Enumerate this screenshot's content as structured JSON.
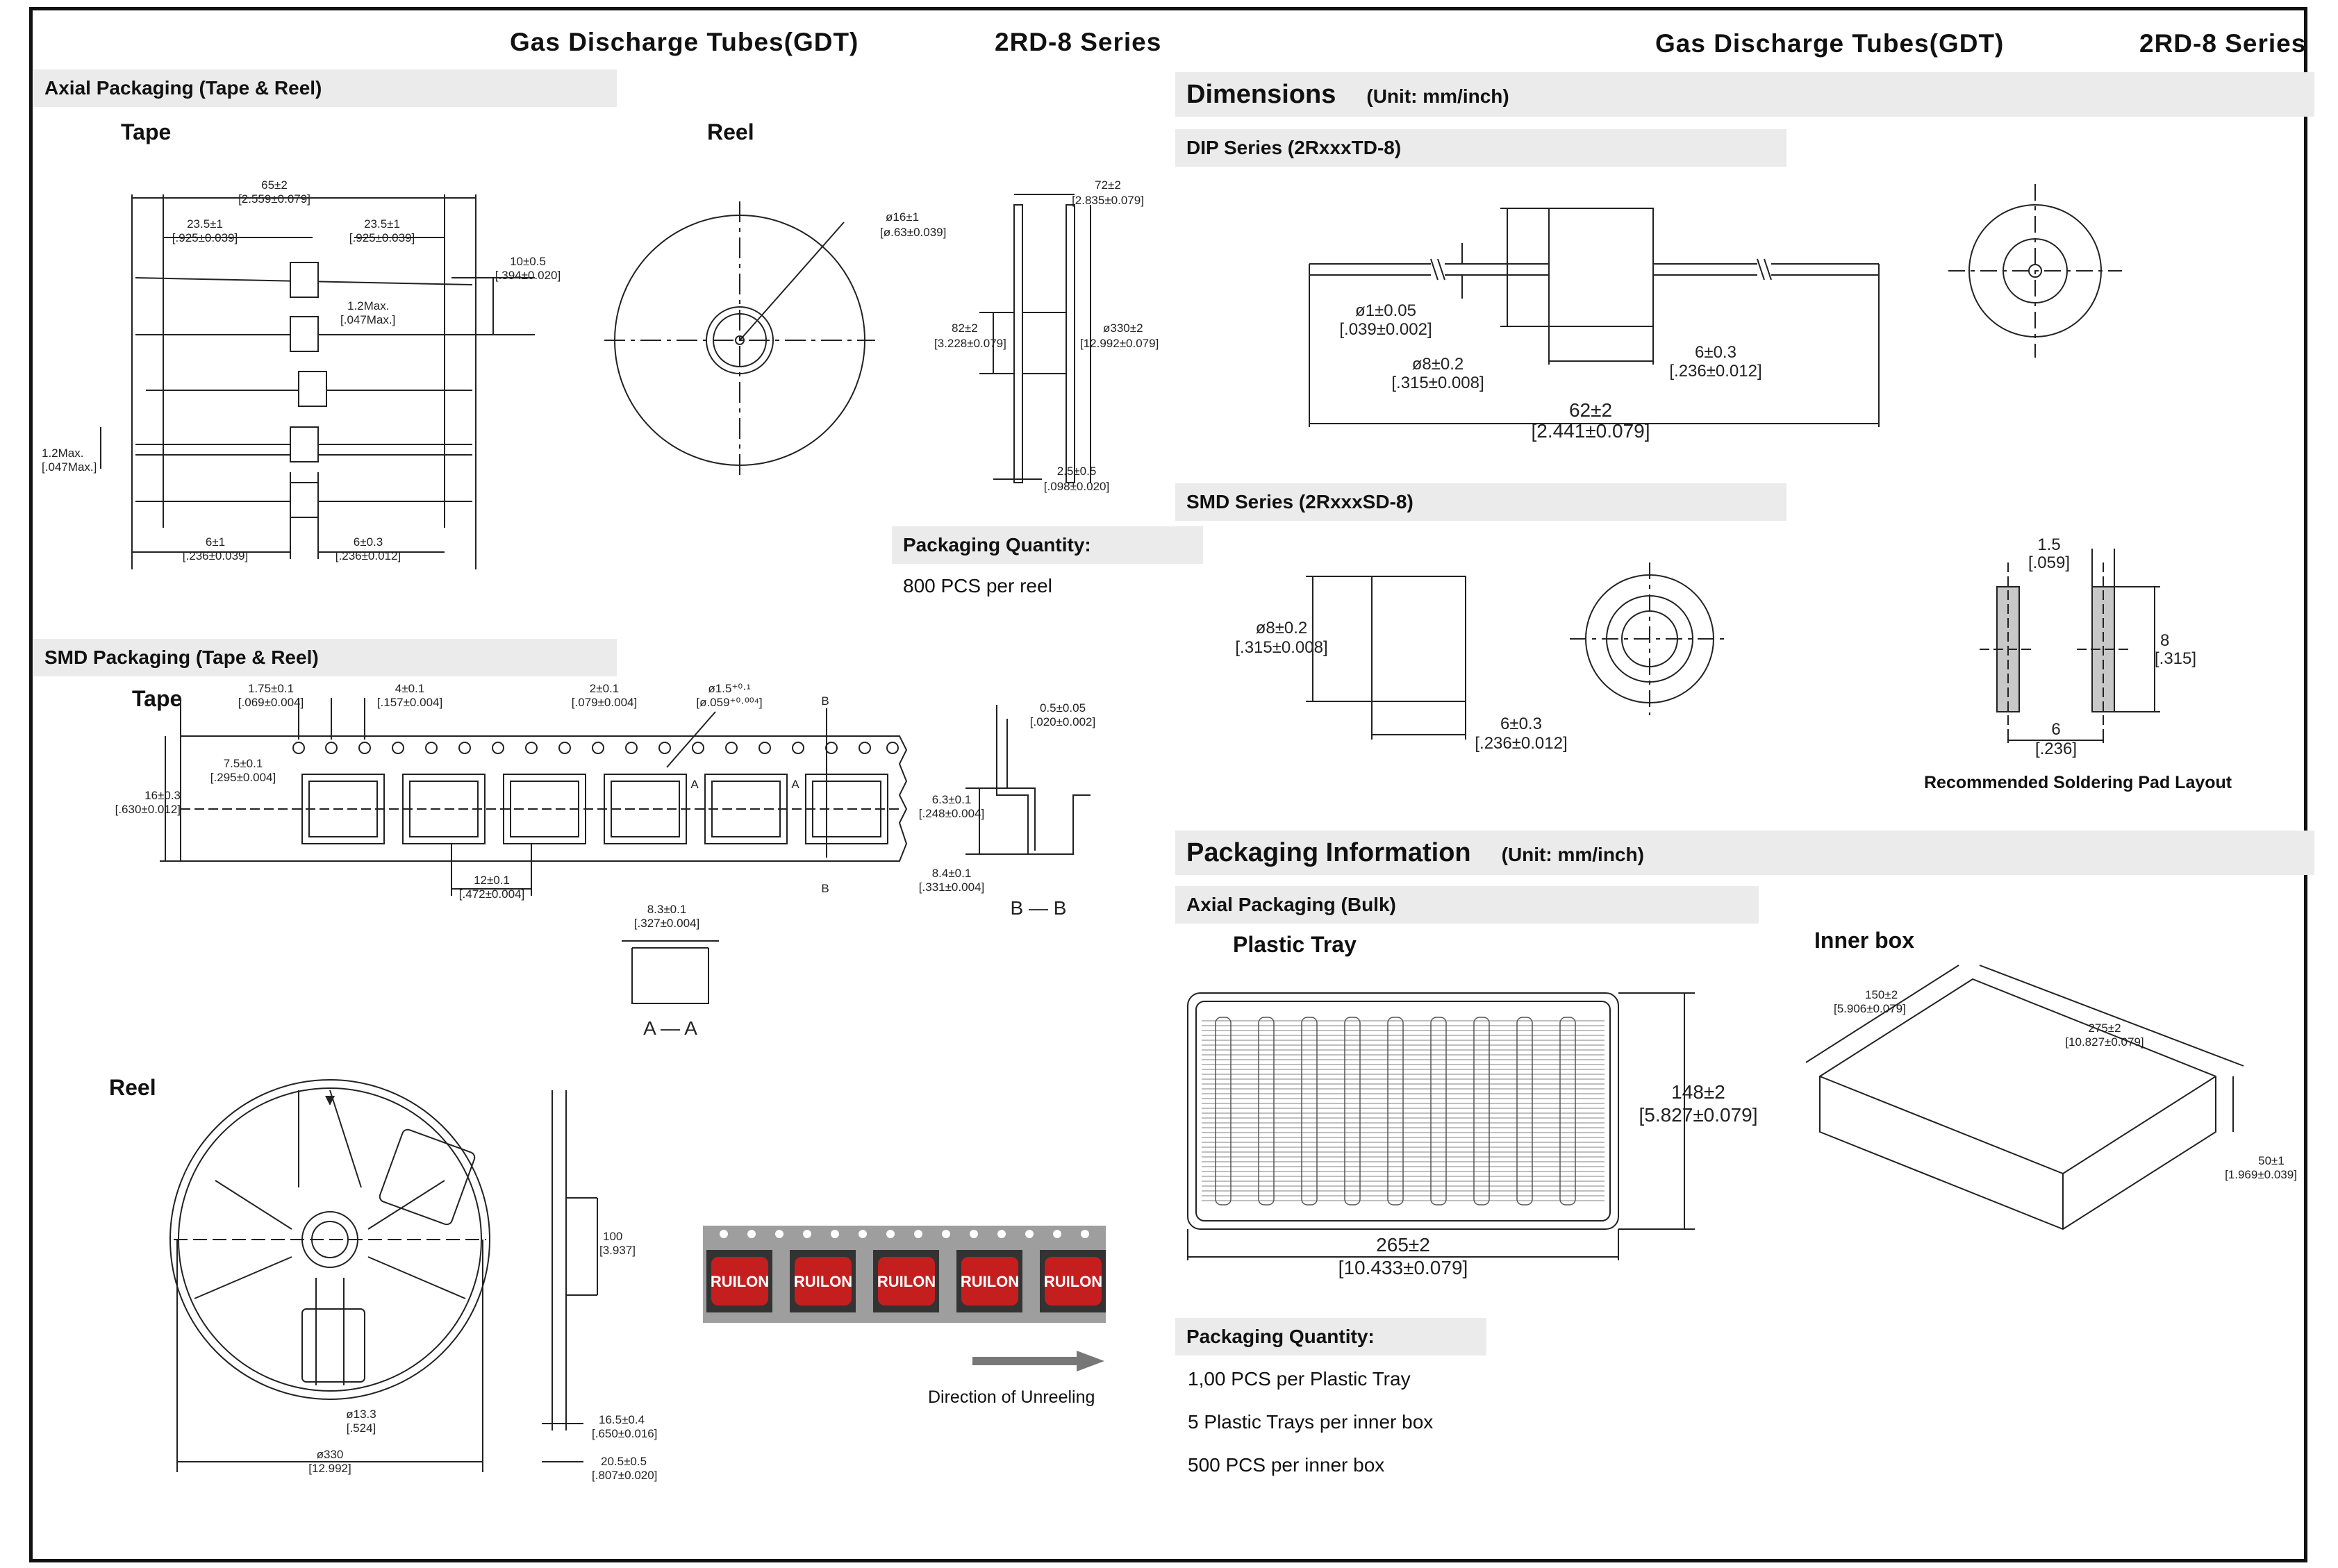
{
  "header": {
    "left_title": "Gas  Discharge  Tubes(GDT)",
    "left_series": "2RD-8  Series",
    "right_title": "Gas  Discharge  Tubes(GDT)",
    "right_series": "2RD-8  Series"
  },
  "left": {
    "axial_band": "Axial Packaging (Tape & Reel)",
    "tape_label": "Tape",
    "reel_label": "Reel",
    "axial_dims": {
      "total": "65±2",
      "total_in": "[2.559±0.079]",
      "left": "23.5±1",
      "left_in": "[.925±0.039]",
      "right": "23.5±1",
      "right_in": "[.925±0.039]",
      "pitch": "10±0.5",
      "pitch_in": "[.394±0.020]",
      "max1": "1.2Max.",
      "max1_in": "[.047Max.]",
      "max2": "1.2Max.",
      "max2_in": "[.047Max.]",
      "gap": "6±1",
      "gap_in": "[.236±0.039]",
      "body": "6±0.3",
      "body_in": "[.236±0.012]"
    },
    "reel_dims": {
      "hole": "ø16±1",
      "hole_in": "[ø.63±0.039]",
      "width": "72±2",
      "width_in": "[2.835±0.079]",
      "hub": "82±2",
      "hub_in": "[3.228±0.079]",
      "dia": "ø330±2",
      "dia_in": "[12.992±0.079]",
      "flange": "2.5±0.5",
      "flange_in": "[.098±0.020]"
    },
    "pack_qty_band": "Packaging Quantity:",
    "pack_qty_text": "800 PCS per reel",
    "smd_band": "SMD Packaging (Tape & Reel)",
    "smd_tape_label": "Tape",
    "smd_dims": {
      "a": "1.75±0.1",
      "a_in": "[.069±0.004]",
      "b": "4±0.1",
      "b_in": "[.157±0.004]",
      "c": "2±0.1",
      "c_in": "[.079±0.004]",
      "d": "ø1.5⁺⁰·¹",
      "d_in": "[ø.059⁺⁰·⁰⁰⁴]",
      "e": "7.5±0.1",
      "e_in": "[.295±0.004]",
      "f": "16±0.3",
      "f_in": "[.630±0.012]",
      "g": "12±0.1",
      "g_in": "[.472±0.004]",
      "h": "0.5±0.05",
      "h_in": "[.020±0.002]",
      "i": "6.3±0.1",
      "i_in": "[.248±0.004]",
      "j": "8.4±0.1",
      "j_in": "[.331±0.004]",
      "k": "8.3±0.1",
      "k_in": "[.327±0.004]",
      "aa": "A — A",
      "bb": "B — B",
      "A": "A",
      "B": "B"
    },
    "smd_reel_label": "Reel",
    "smd_reel_dims": {
      "hub": "ø13.3",
      "hub_in": "[.524]",
      "dia": "ø330",
      "dia_in": "[12.992]",
      "w": "100",
      "w_in": "[3.937]",
      "t1": "16.5±0.4",
      "t1_in": "[.650±0.016]",
      "t2": "20.5±0.5",
      "t2_in": "[.807±0.020]"
    },
    "brand": "RUILON",
    "direction": "Direction of Unreeling"
  },
  "right": {
    "dims_band": "Dimensions",
    "dims_unit": "(Unit: mm/inch)",
    "dip_band": "DIP Series (2RxxxTD-8)",
    "dip_dims": {
      "lead": "ø1±0.05",
      "lead_in": "[.039±0.002]",
      "body": "ø8±0.2",
      "body_in": "[.315±0.008]",
      "len": "6±0.3",
      "len_in": "[.236±0.012]",
      "total": "62±2",
      "total_in": "[2.441±0.079]"
    },
    "smd_band": "SMD Series (2RxxxSD-8)",
    "smd_dims": {
      "dia": "ø8±0.2",
      "dia_in": "[.315±0.008]",
      "len": "6±0.3",
      "len_in": "[.236±0.012]",
      "pad_w": "1.5",
      "pad_w_in": "[.059]",
      "pad_h": "8",
      "pad_h_in": "[.315]",
      "pad_gap": "6",
      "pad_gap_in": "[.236]"
    },
    "pad_caption": "Recommended Soldering Pad Layout",
    "pack_band": "Packaging Information",
    "pack_unit": "(Unit: mm/inch)",
    "bulk_band": "Axial Packaging (Bulk)",
    "tray_label": "Plastic Tray",
    "box_label": "Inner box",
    "tray_dims": {
      "h": "148±2",
      "h_in": "[5.827±0.079]",
      "w": "265±2",
      "w_in": "[10.433±0.079]"
    },
    "box_dims": {
      "a": "150±2",
      "a_in": "[5.906±0.079]",
      "b": "275±2",
      "b_in": "[10.827±0.079]",
      "c": "50±1",
      "c_in": "[1.969±0.039]"
    },
    "qty_band": "Packaging Quantity:",
    "qty_lines": [
      "1,00 PCS per Plastic Tray",
      "5 Plastic Trays per inner box",
      "500 PCS per inner box"
    ]
  }
}
